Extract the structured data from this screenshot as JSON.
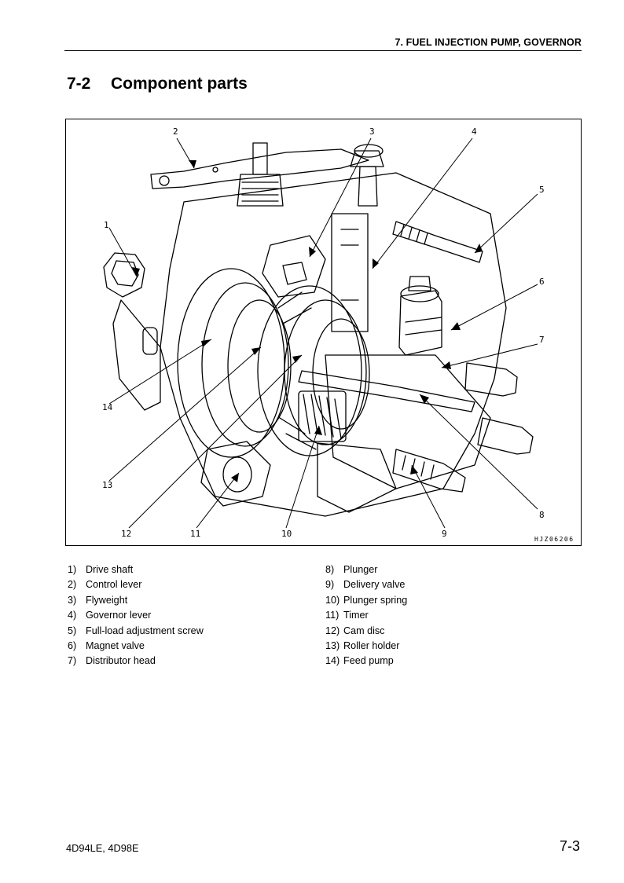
{
  "header": {
    "title": "7. FUEL INJECTION PUMP, GOVERNOR"
  },
  "section": {
    "number": "7-2",
    "title": "Component parts"
  },
  "figure": {
    "code": "HJZ06206",
    "callouts": [
      "1",
      "2",
      "3",
      "4",
      "5",
      "6",
      "7",
      "8",
      "9",
      "10",
      "11",
      "12",
      "13",
      "14"
    ]
  },
  "legend": {
    "left": [
      {
        "n": "1)",
        "label": "Drive shaft"
      },
      {
        "n": "2)",
        "label": "Control lever"
      },
      {
        "n": "3)",
        "label": "Flyweight"
      },
      {
        "n": "4)",
        "label": "Governor lever"
      },
      {
        "n": "5)",
        "label": "Full-load adjustment screw"
      },
      {
        "n": "6)",
        "label": "Magnet valve"
      },
      {
        "n": "7)",
        "label": "Distributor head"
      }
    ],
    "right": [
      {
        "n": "8)",
        "label": "Plunger"
      },
      {
        "n": "9)",
        "label": "Delivery valve"
      },
      {
        "n": "10)",
        "label": "Plunger spring"
      },
      {
        "n": "11)",
        "label": "Timer"
      },
      {
        "n": "12)",
        "label": "Cam disc"
      },
      {
        "n": "13)",
        "label": "Roller holder"
      },
      {
        "n": "14)",
        "label": "Feed pump"
      }
    ]
  },
  "footer": {
    "models": "4D94LE, 4D98E",
    "page": "7-3"
  }
}
